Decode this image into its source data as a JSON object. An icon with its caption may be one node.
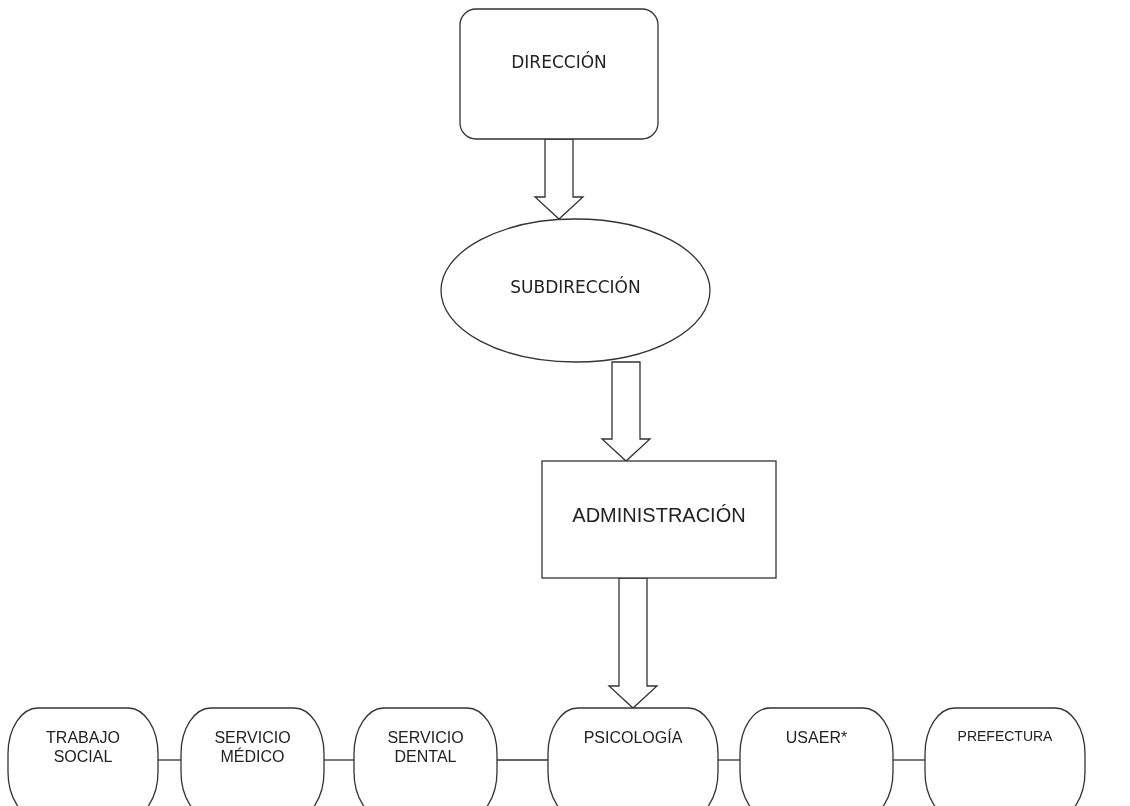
{
  "diagram": {
    "nodes": [
      {
        "text": [
          "DIRECCIÓN"
        ]
      },
      {
        "text": [
          "SUBDIRECCIÓN"
        ]
      },
      {
        "text": [
          "ADMINISTRACIÓN"
        ]
      },
      {
        "text": [
          "TRABAJO SOCIAL"
        ]
      },
      {
        "text": [
          "SERVICIO MÉDICO"
        ]
      },
      {
        "text": [
          "SERVICIO DENTAL"
        ]
      },
      {
        "text": [
          "PSICOLOGÍA"
        ]
      },
      {
        "text": [
          "USAER*"
        ]
      },
      {
        "text": [
          "PREFECTURA"
        ]
      }
    ],
    "edges": [
      {
        "from": 0,
        "to": 1,
        "arrow": "to"
      },
      {
        "from": 1,
        "to": 2,
        "arrow": "to"
      },
      {
        "from": 2,
        "to": 6,
        "arrow": "to"
      },
      {
        "from": 3,
        "to": 4,
        "arrow": "none"
      },
      {
        "from": 4,
        "to": 5,
        "arrow": "none"
      },
      {
        "from": 5,
        "to": 6,
        "arrow": "none"
      },
      {
        "from": 6,
        "to": 7,
        "arrow": "none"
      },
      {
        "from": 7,
        "to": 8,
        "arrow": "none"
      }
    ]
  }
}
